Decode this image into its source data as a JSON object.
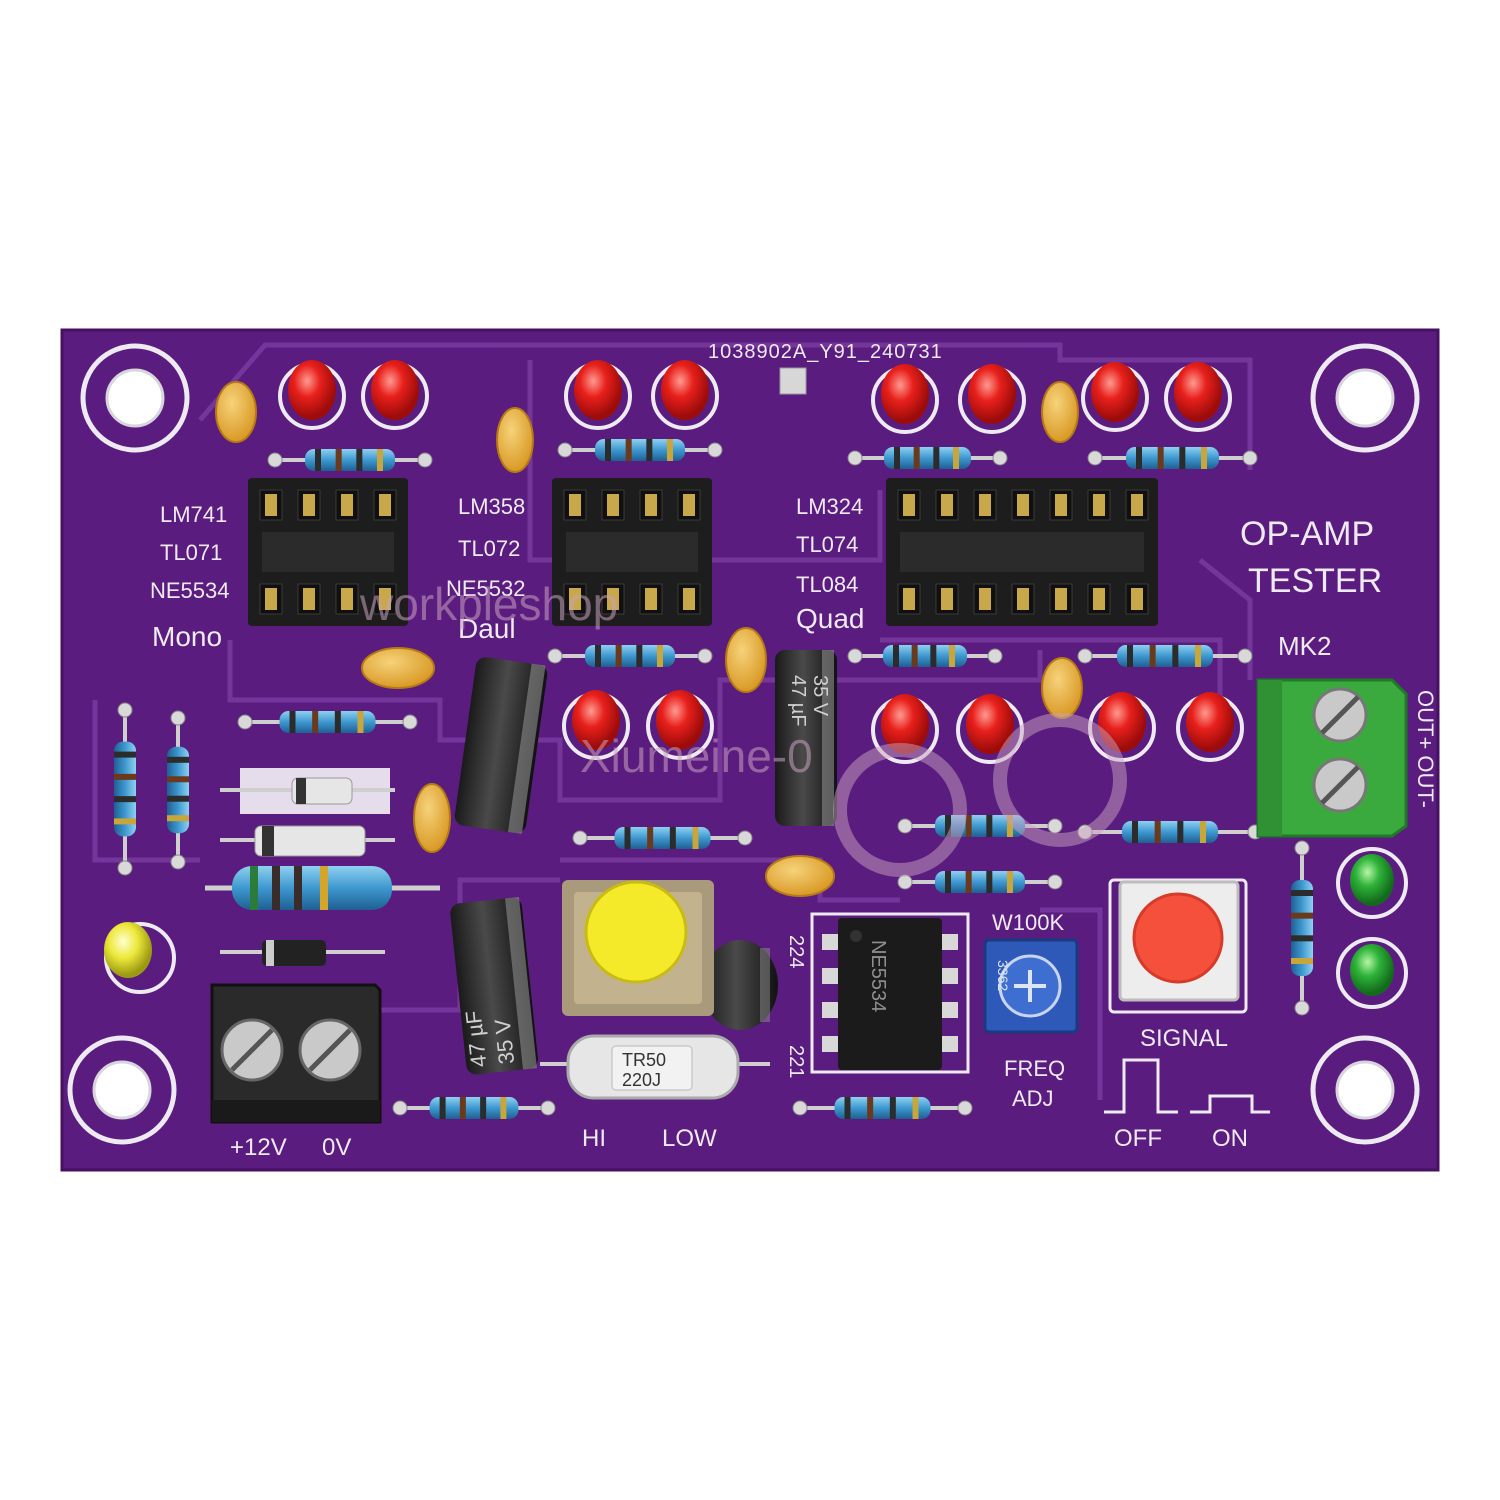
{
  "board": {
    "revision": "1038902A_Y91_240731",
    "title_line1": "OP-AMP",
    "title_line2": "TESTER",
    "model": "MK2",
    "colors": {
      "pcb": "#5a1c7e",
      "silk": "#eeeaf2",
      "led_red": "#e8201c",
      "led_green": "#2fb33a",
      "led_yellow": "#ece83a",
      "terminal_green": "#3aaa3f",
      "button_yellow": "#f5ea2a",
      "button_red": "#f4503c"
    }
  },
  "sockets": {
    "mono": {
      "parts": [
        "LM741",
        "TL071",
        "NE5534"
      ],
      "label": "Mono"
    },
    "dual": {
      "parts": [
        "LM358",
        "TL072",
        "NE5532"
      ],
      "label": "Daul"
    },
    "quad": {
      "parts": [
        "LM324",
        "TL074",
        "TL084"
      ],
      "label": "Quad"
    }
  },
  "output": {
    "label": "OUT+ OUT-"
  },
  "power": {
    "plus": "+12V",
    "zero": "0V"
  },
  "range": {
    "hi": "HI",
    "low": "LOW"
  },
  "pot": {
    "model": "W100K",
    "code": "3362",
    "label_1": "FREQ",
    "label_2": "ADJ"
  },
  "signal": {
    "label": "SIGNAL",
    "off": "OFF",
    "on": "ON"
  },
  "ic": {
    "part": "NE5534"
  },
  "caps": {
    "cap_47_label": "47 µF",
    "cap_35_label": "35 V",
    "cap_224": "224",
    "cap_221": "221"
  },
  "inductor": {
    "line1": "TR50",
    "line2": "220J"
  },
  "watermark": {
    "shop": "workpleshop",
    "store": "Xiumeine-0"
  }
}
